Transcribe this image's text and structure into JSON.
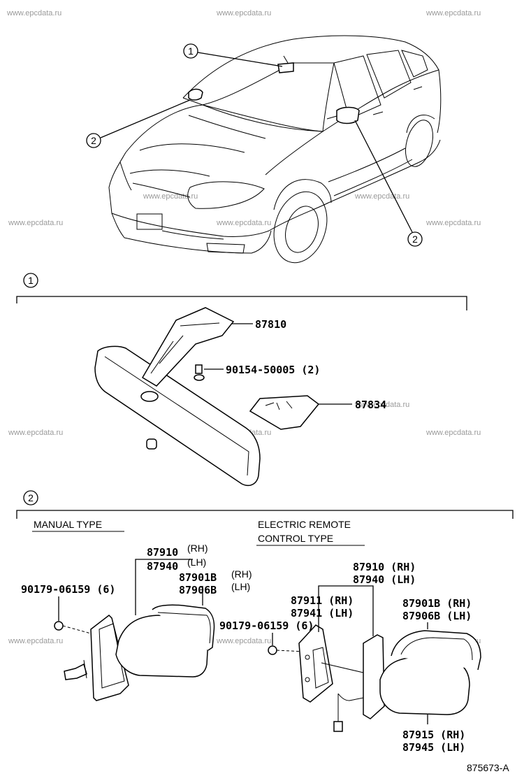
{
  "watermark": "www.epcdata.ru",
  "callouts": {
    "one": "1",
    "two": "2"
  },
  "sections": {
    "inner_mirror": {
      "number": "1"
    },
    "outer_mirror": {
      "number": "2",
      "manual_label": "MANUAL TYPE",
      "electric_label_1": "ELECTRIC REMOTE",
      "electric_label_2": "CONTROL TYPE"
    }
  },
  "parts": {
    "p87810": "87810",
    "p90154": "90154-50005 (2)",
    "p87834": "87834",
    "m_87910": "87910",
    "m_87910_side": "(RH)",
    "m_87940": "87940",
    "m_87940_side": "(LH)",
    "m_87901b": "87901B",
    "m_87901b_side": "(RH)",
    "m_87906b": "87906B",
    "m_87906b_side": "(LH)",
    "m_90179": "90179-06159 (6)",
    "e_90179": "90179-06159 (6)",
    "e_87910": "87910 (RH)",
    "e_87940": "87940 (LH)",
    "e_87911": "87911 (RH)",
    "e_87941": "87941 (LH)",
    "e_87901b": "87901B (RH)",
    "e_87906b": "87906B (LH)",
    "e_87915": "87915 (RH)",
    "e_87945": "87945 (LH)"
  },
  "figure_id": "875673-A"
}
